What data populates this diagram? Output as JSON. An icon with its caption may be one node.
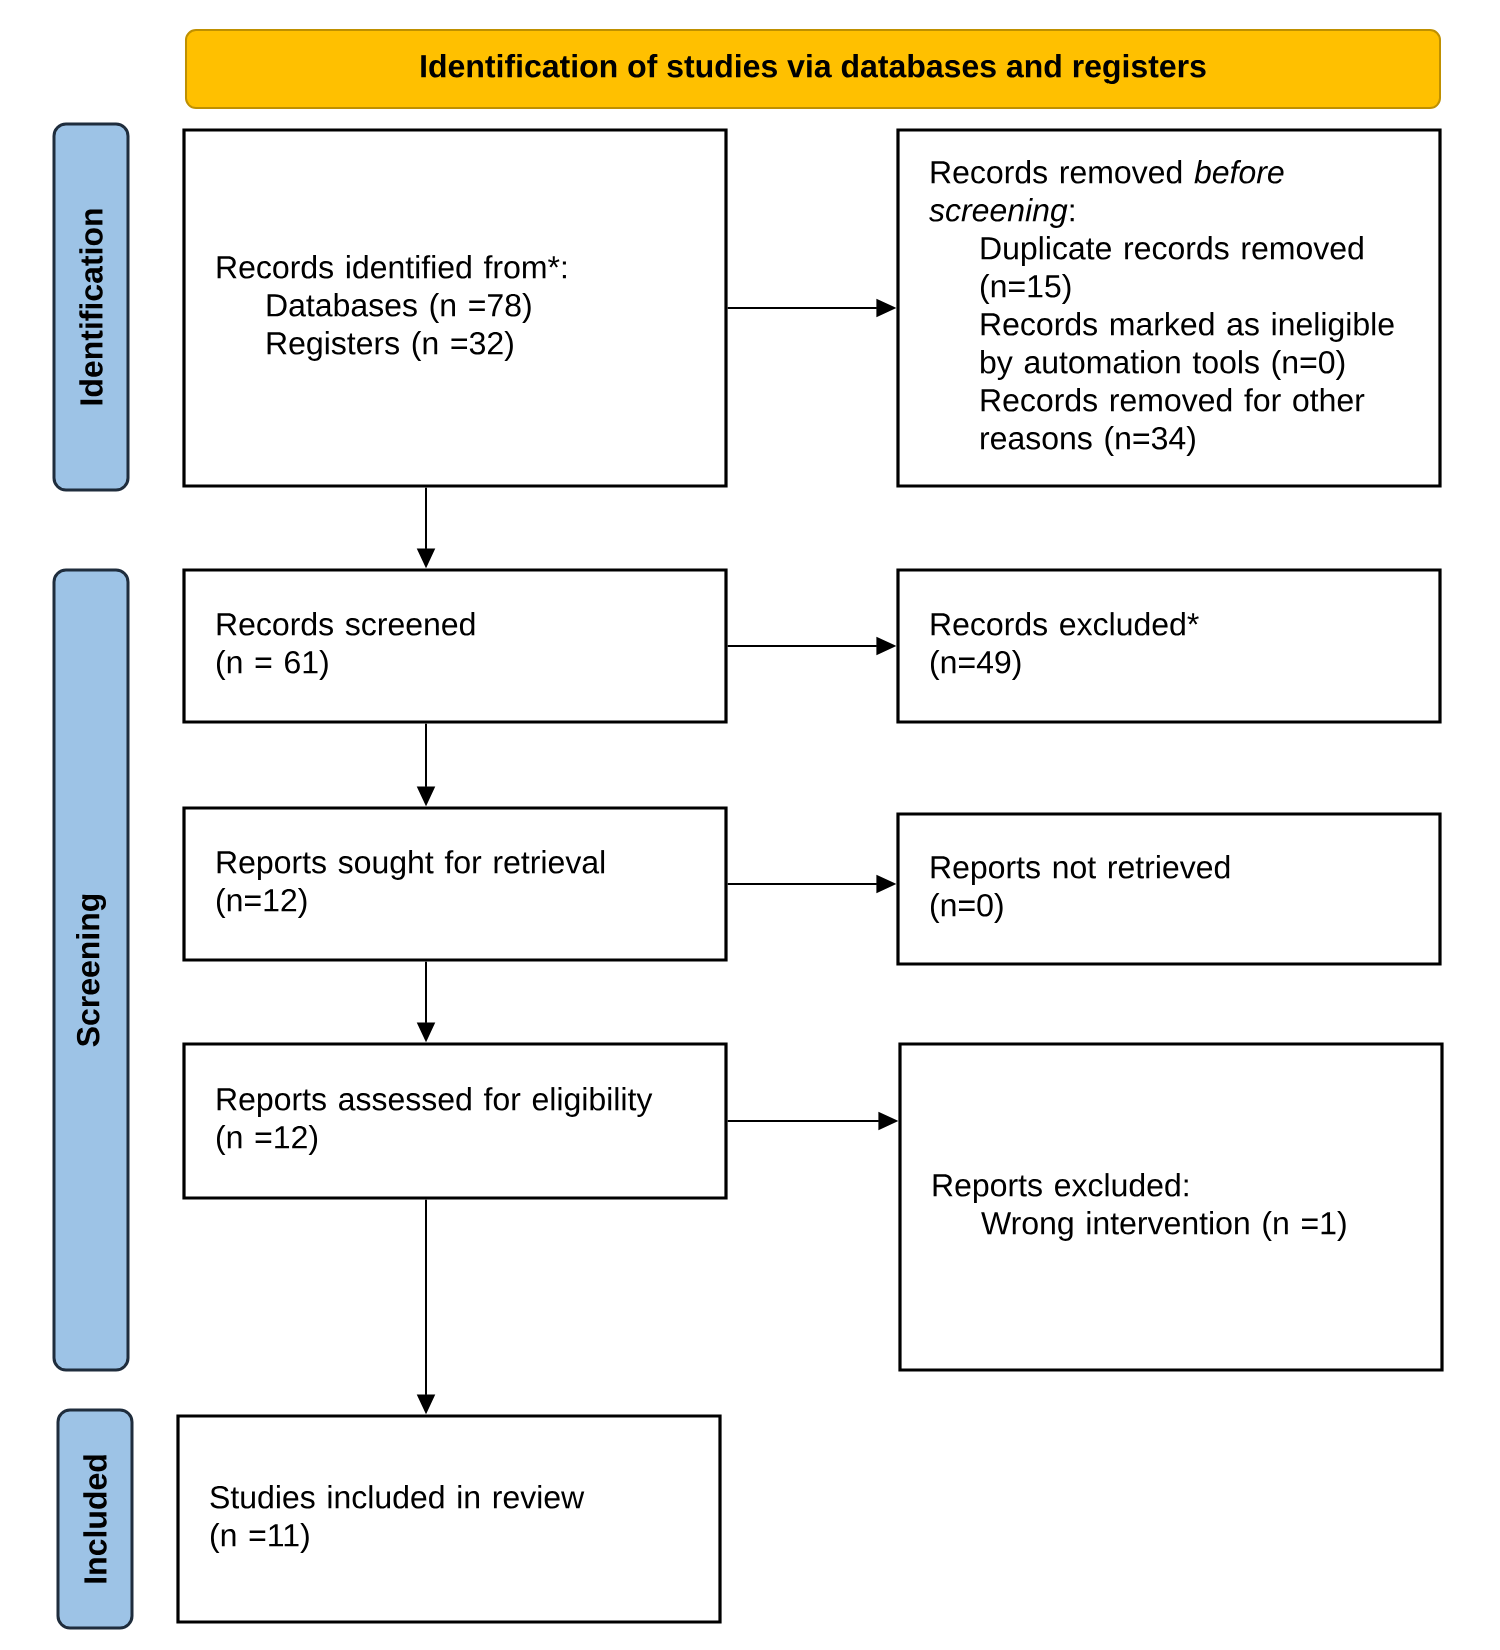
{
  "diagram": {
    "nodes": [
      {
        "text": [
          "Identification of studies via databases and registers"
        ]
      },
      {
        "text": [
          "Identification"
        ]
      },
      {
        "text": [
          "Records identified from*:",
          "Databases (n =78)",
          "Registers (n =32)"
        ]
      },
      {
        "text": [
          "Records removed *before screening*:",
          "Duplicate records removed (n=15)",
          "Records marked as ineligible by automation tools (n=0)",
          "Records removed for other reasons (n=34)"
        ]
      },
      {
        "text": [
          "Screening"
        ]
      },
      {
        "text": [
          "Records screened",
          "(n = 61)"
        ]
      },
      {
        "text": [
          "Records excluded*",
          "(n=49)"
        ]
      },
      {
        "text": [
          "Reports sought for retrieval",
          "(n=12)"
        ]
      },
      {
        "text": [
          "Reports not retrieved",
          "(n=0)"
        ]
      },
      {
        "text": [
          "Reports assessed for eligibility",
          "(n =12)"
        ]
      },
      {
        "text": [
          "Reports excluded:",
          "Wrong intervention (n =1)"
        ]
      },
      {
        "text": [
          "Included"
        ]
      },
      {
        "text": [
          "Studies included in review",
          "(n =11)"
        ]
      }
    ],
    "edges": [
      {
        "from": 2,
        "to": 3,
        "arrow": "to"
      },
      {
        "from": 2,
        "to": 5,
        "arrow": "to"
      },
      {
        "from": 5,
        "to": 6,
        "arrow": "to"
      },
      {
        "from": 5,
        "to": 7,
        "arrow": "to"
      },
      {
        "from": 7,
        "to": 8,
        "arrow": "to"
      },
      {
        "from": 7,
        "to": 9,
        "arrow": "to"
      },
      {
        "from": 9,
        "to": 10,
        "arrow": "to"
      },
      {
        "from": 9,
        "to": 12,
        "arrow": "to"
      }
    ]
  }
}
